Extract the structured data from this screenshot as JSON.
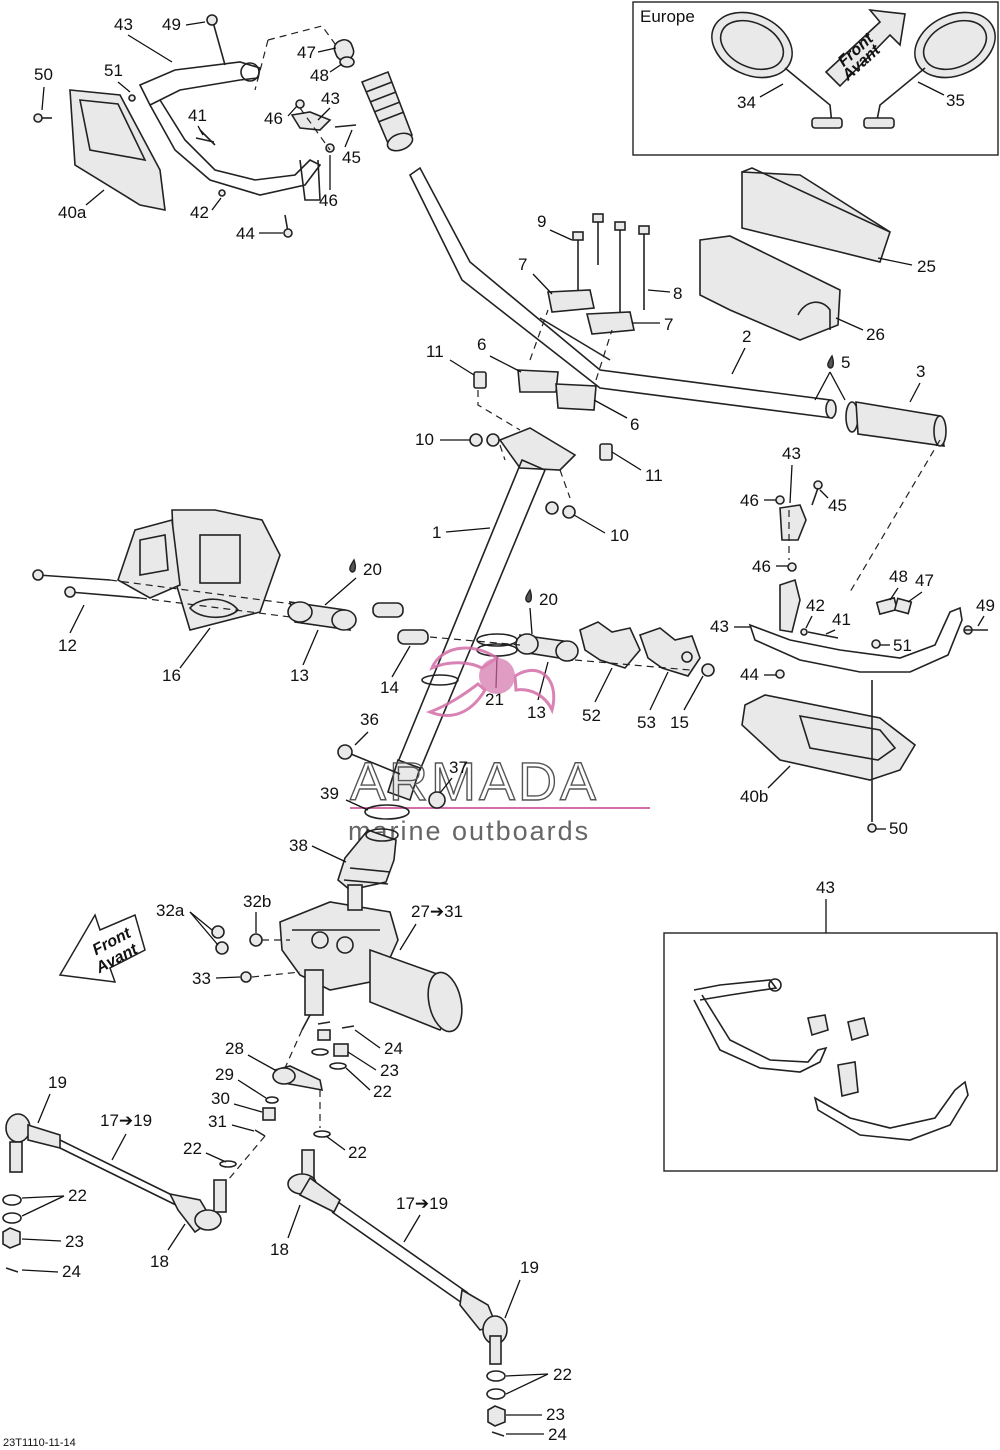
{
  "europe_label": "Europe",
  "front_arrow_top": {
    "line1": "Front",
    "line2": "Avant"
  },
  "front_arrow_bottom": {
    "line1": "Front",
    "line2": "Avant"
  },
  "watermark": {
    "line1": "ARMADA",
    "line2": "marine outboards"
  },
  "footer_code": "23T1110-11-14",
  "labels": {
    "l1": "1",
    "l2": "2",
    "l3": "3",
    "l5": "5",
    "l6a": "6",
    "l6b": "6",
    "l7a": "7",
    "l7b": "7",
    "l8": "8",
    "l9": "9",
    "l10a": "10",
    "l10b": "10",
    "l11a": "11",
    "l11b": "11",
    "l12": "12",
    "l13a": "13",
    "l13b": "13",
    "l14": "14",
    "l15": "15",
    "l16": "16",
    "l17a": "17➔19",
    "l17b": "17➔19",
    "l18a": "18",
    "l18b": "18",
    "l19a": "19",
    "l19b": "19",
    "l20a": "20",
    "l20b": "20",
    "l21": "21",
    "l22a": "22",
    "l22b": "22",
    "l22c": "22",
    "l22d": "22",
    "l22e": "22",
    "l23a": "23",
    "l23b": "23",
    "l23c": "23",
    "l24a": "24",
    "l24b": "24",
    "l24c": "24",
    "l25": "25",
    "l26": "26",
    "l27": "27➔31",
    "l28": "28",
    "l29": "29",
    "l30": "30",
    "l31": "31",
    "l32a": "32a",
    "l32b": "32b",
    "l33": "33",
    "l34": "34",
    "l35": "35",
    "l36": "36",
    "l37": "37",
    "l38": "38",
    "l39": "39",
    "l40a": "40a",
    "l40b": "40b",
    "l41a": "41",
    "l41b": "41",
    "l42a": "42",
    "l42b": "42",
    "l43a": "43",
    "l43b": "43",
    "l43c": "43",
    "l43d": "43",
    "l44a": "44",
    "l44b": "44",
    "l45a": "45",
    "l45b": "45",
    "l46a": "46",
    "l46b": "46",
    "l46c": "46",
    "l46d": "46",
    "l47a": "47",
    "l47b": "47",
    "l48a": "48",
    "l48b": "48",
    "l49a": "49",
    "l49b": "49",
    "l50a": "50",
    "l50b": "50",
    "l51a": "51",
    "l51b": "51",
    "l52": "52",
    "l53": "53"
  },
  "colors": {
    "watermark": "#d36ea8",
    "ink": "#222222"
  }
}
